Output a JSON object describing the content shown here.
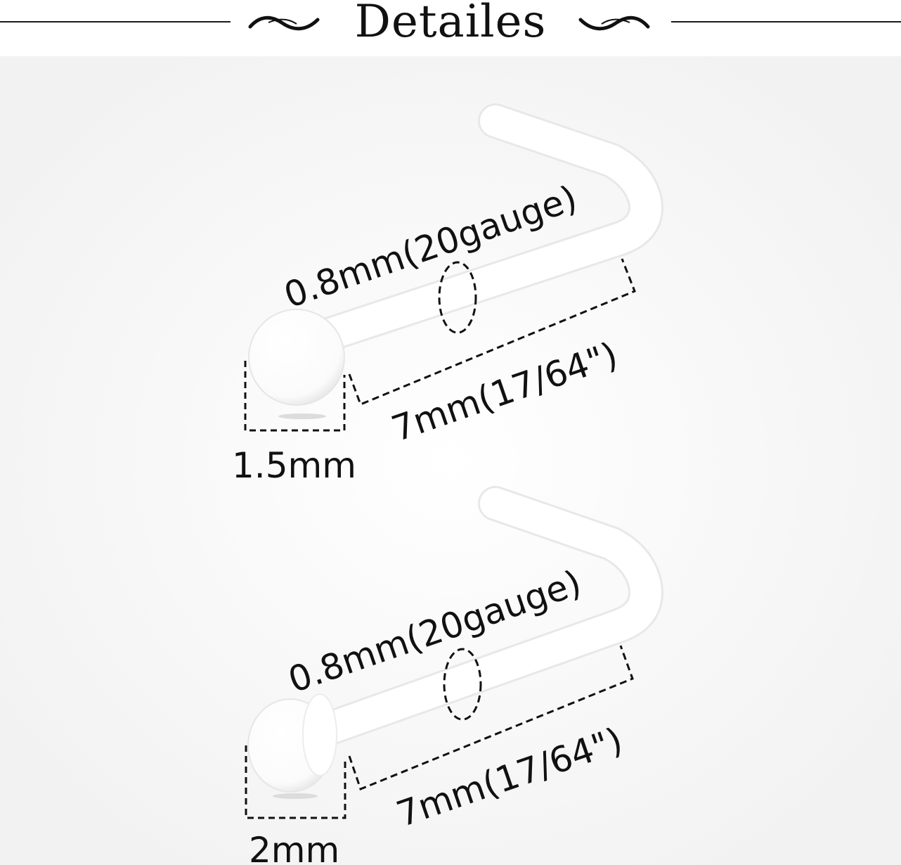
{
  "header": {
    "title": "Detailes",
    "ornament_icon": "swash-ornament-icon"
  },
  "items": [
    {
      "gauge_label": "0.8mm(20gauge)",
      "length_label": "7mm(17/64\")",
      "ball_label": "1.5mm",
      "head_shape": "ball"
    },
    {
      "gauge_label": "0.8mm(20gauge)",
      "length_label": "7mm(17/64\")",
      "ball_label": "2mm",
      "head_shape": "flat-disc"
    }
  ],
  "colors": {
    "background": "#f7f7f7",
    "header_background": "#ffffff",
    "text": "#111111",
    "pin_fill": "#ffffff"
  }
}
